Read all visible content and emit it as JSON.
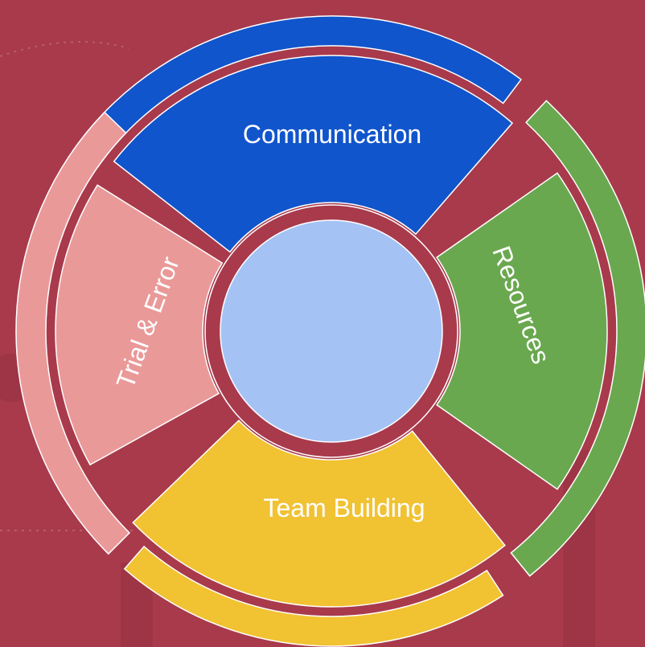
{
  "diagram": {
    "segments": [
      {
        "id": "communication",
        "label": "Communication",
        "color": "#1155cc",
        "text_color": "#ffffff"
      },
      {
        "id": "resources",
        "label": "Resources",
        "color": "#6aa84f",
        "text_color": "#ffffff"
      },
      {
        "id": "team-building",
        "label": "Team Building",
        "color": "#f1c232",
        "text_color": "#ffffff"
      },
      {
        "id": "trial-error",
        "label": "Trial & Error",
        "color": "#ea9999",
        "text_color": "#ffffff"
      }
    ],
    "hub_color": "#a4c2f4",
    "background": "#a83a4c"
  }
}
